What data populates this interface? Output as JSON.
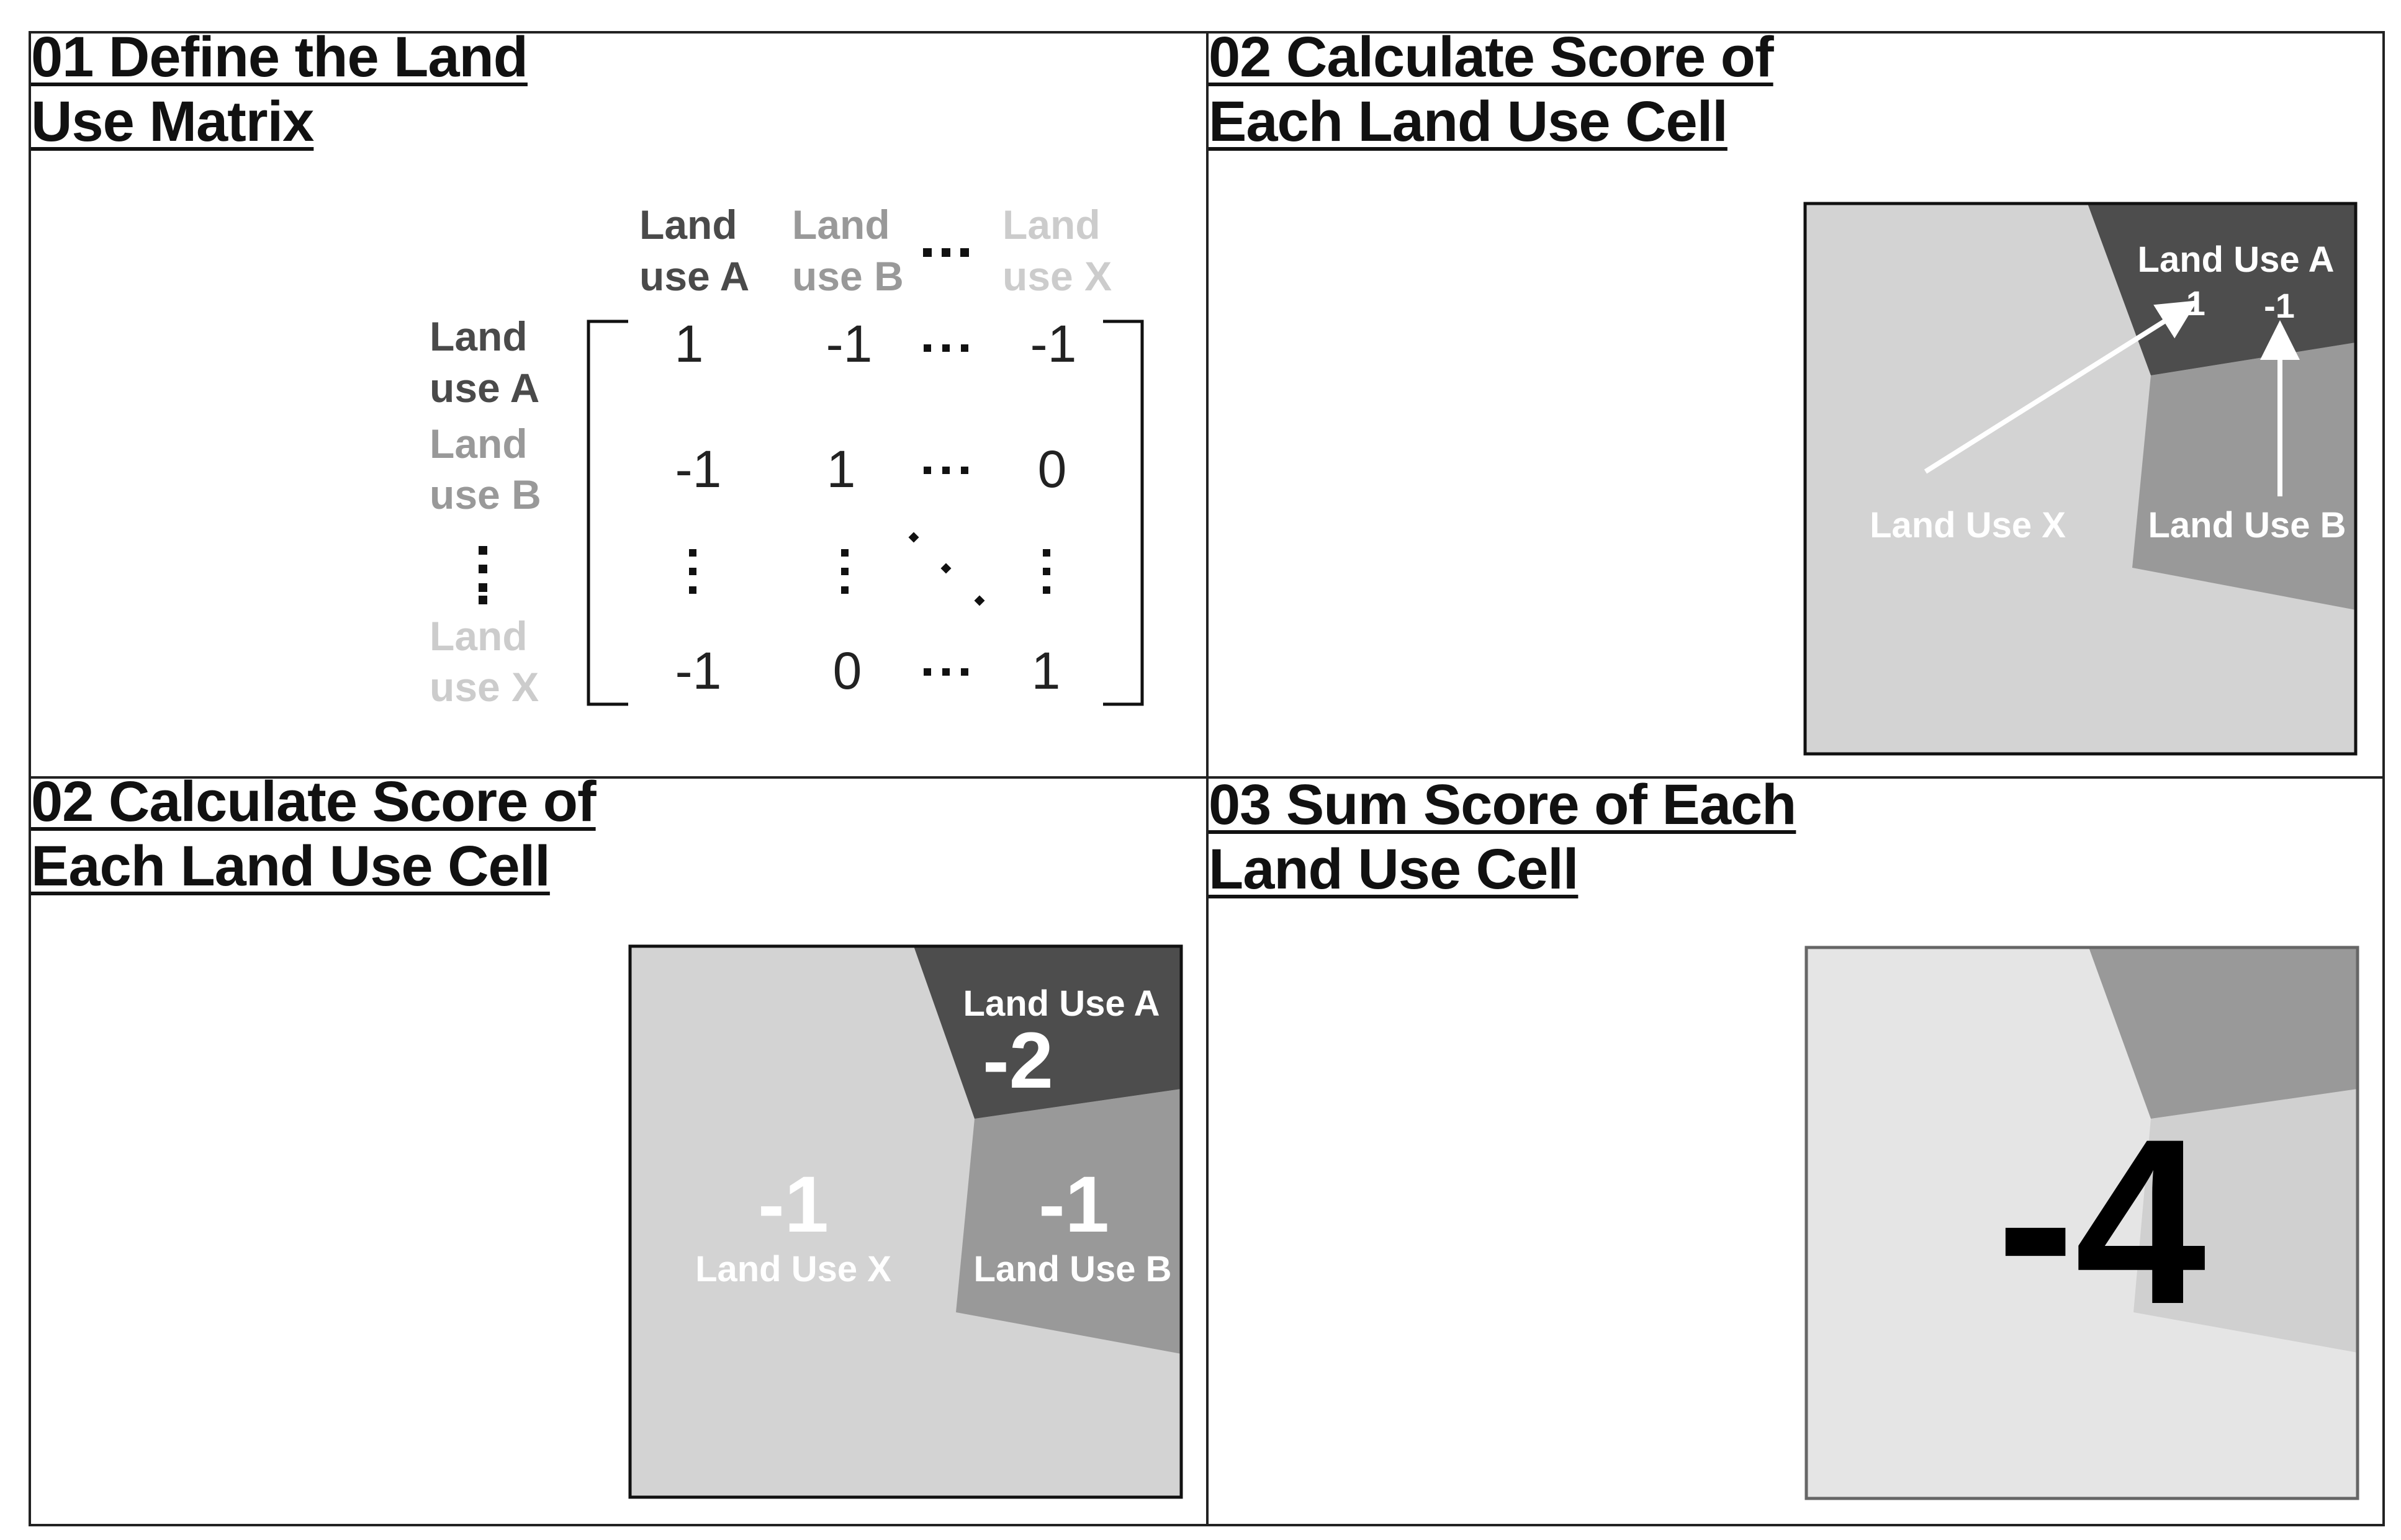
{
  "panels": {
    "p1": {
      "title_line1": "01 Define the Land",
      "title_line2": "Use Matrix"
    },
    "p2": {
      "title_line1": "02 Calculate Score of",
      "title_line2": "Each Land Use Cell"
    },
    "p3": {
      "title_line1": "02 Calculate Score of",
      "title_line2": "Each Land Use Cell"
    },
    "p4": {
      "title_line1": "03 Sum Score of Each",
      "title_line2": "Land Use Cell"
    }
  },
  "matrix": {
    "col_headers": [
      {
        "line1": "Land",
        "line2": "use A",
        "color": "#4a4a4a"
      },
      {
        "line1": "Land",
        "line2": "use B",
        "color": "#999999"
      },
      {
        "line1": "Land",
        "line2": "use X",
        "color": "#cccccc"
      }
    ],
    "row_headers": [
      {
        "line1": "Land",
        "line2": "use A",
        "color": "#4a4a4a"
      },
      {
        "line1": "Land",
        "line2": "use B",
        "color": "#999999"
      },
      {
        "line1": "Land",
        "line2": "use X",
        "color": "#cccccc"
      }
    ],
    "rows": [
      [
        "1",
        "-1",
        "-1"
      ],
      [
        "-1",
        "1",
        "0"
      ],
      [
        "-1",
        "0",
        "1"
      ]
    ]
  },
  "map_labels": {
    "land_use_a": "Land Use A",
    "land_use_b": "Land Use B",
    "land_use_x": "Land Use X"
  },
  "panel2": {
    "score_a1": "-1",
    "score_a2": "-1"
  },
  "panel3": {
    "score_a": "-2",
    "score_b": "-1",
    "score_x": "-1"
  },
  "panel4": {
    "total": "-4"
  },
  "colors": {
    "dark": "#4d4d4d",
    "mid": "#999999",
    "light": "#d3d3d3",
    "lighter": "#e5e5e5"
  }
}
